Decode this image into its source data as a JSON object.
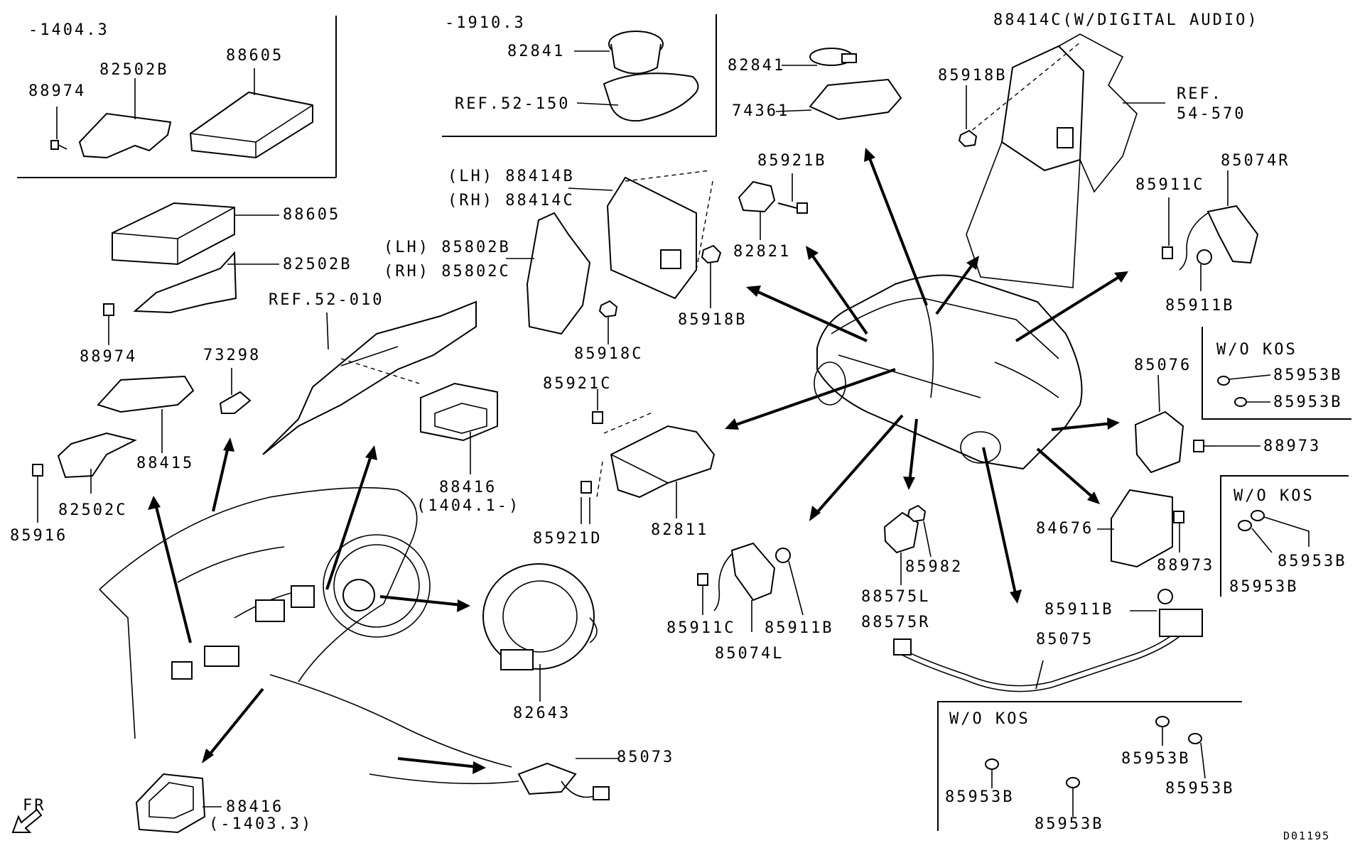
{
  "labels": {
    "l_1404_3": "-1404.3",
    "l_82502B_a": "82502B",
    "l_88605_a": "88605",
    "l_88974_a": "88974",
    "l_1910_3": "-1910.3",
    "l_82841_a": "82841",
    "l_ref52150": "REF.52-150",
    "l_82841_b": "82841",
    "l_74361": "74361",
    "l_88414C_w": "88414C(W/DIGITAL AUDIO)",
    "l_85918B_a": "85918B",
    "l_ref54570_a": "REF.",
    "l_ref54570_b": "54-570",
    "l_88605_b": "88605",
    "l_82502B_b": "82502B",
    "l_88974_b": "88974",
    "l_ref52010": "REF.52-010",
    "l_lh88414B": "(LH) 88414B",
    "l_rh88414C": "(RH) 88414C",
    "l_lh85802B": "(LH) 85802B",
    "l_rh85802C": "(RH) 85802C",
    "l_85918C": "85918C",
    "l_85918B_b": "85918B",
    "l_85921B": "85921B",
    "l_82821": "82821",
    "l_85911C_a": "85911C",
    "l_85074R": "85074R",
    "l_85911B_a": "85911B",
    "l_73298": "73298",
    "l_88415": "88415",
    "l_82502C": "82502C",
    "l_85916": "85916",
    "l_88416_a": "88416",
    "l_1404_1": "(1404.1-)",
    "l_85921C": "85921C",
    "l_85921D": "85921D",
    "l_82811": "82811",
    "l_wo_kos_1": "W/O KOS",
    "l_85953B_1": "85953B",
    "l_85953B_2": "85953B",
    "l_85076": "85076",
    "l_88973_a": "88973",
    "l_wo_kos_2": "W/O KOS",
    "l_85953B_3": "85953B",
    "l_85953B_4": "85953B",
    "l_84676": "84676",
    "l_88973_b": "88973",
    "l_85982": "85982",
    "l_88575L": "88575L",
    "l_88575R": "88575R",
    "l_85911C_b": "85911C",
    "l_85911B_b": "85911B",
    "l_85074L": "85074L",
    "l_85911B_c": "85911B",
    "l_85075": "85075",
    "l_82643": "82643",
    "l_wo_kos_3": "W/O KOS",
    "l_85953B_5": "85953B",
    "l_85953B_6": "85953B",
    "l_85953B_7": "85953B",
    "l_85953B_8": "85953B",
    "l_85073": "85073",
    "l_88416_b": "88416",
    "l_1403_3": "(-1403.3)",
    "l_fr": "FR",
    "l_code": "D01195"
  }
}
